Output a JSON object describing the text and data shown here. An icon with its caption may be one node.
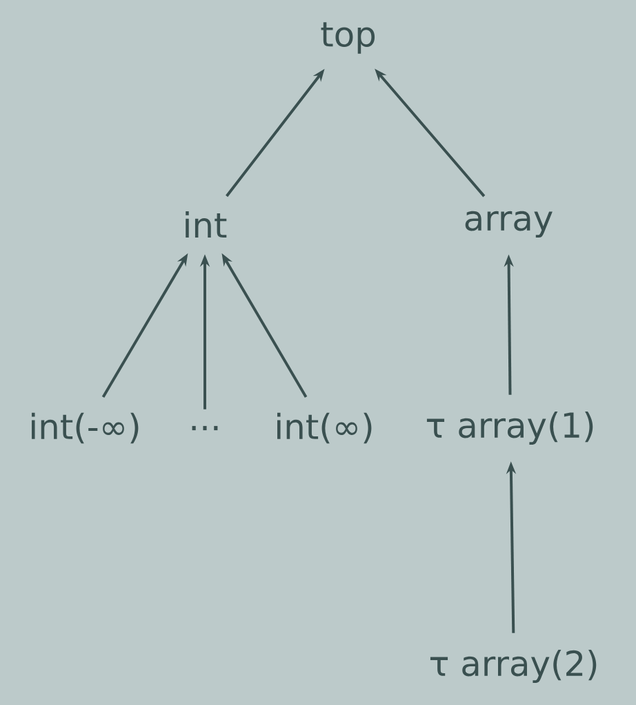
{
  "diagram": {
    "nodes": [
      {
        "text": [
          "top"
        ]
      },
      {
        "text": [
          "int"
        ]
      },
      {
        "text": [
          "array"
        ]
      },
      {
        "text": [
          "int(-∞)"
        ]
      },
      {
        "text": [
          "..."
        ]
      },
      {
        "text": [
          "int(∞)"
        ]
      },
      {
        "text": [
          "τ array(1)"
        ]
      },
      {
        "text": [
          "τ array(2)"
        ]
      }
    ],
    "edges": [
      {
        "from": 1,
        "to": 0,
        "arrow": "to"
      },
      {
        "from": 2,
        "to": 0,
        "arrow": "to"
      },
      {
        "from": 3,
        "to": 1,
        "arrow": "to"
      },
      {
        "from": 4,
        "to": 1,
        "arrow": "to"
      },
      {
        "from": 5,
        "to": 1,
        "arrow": "to"
      },
      {
        "from": 6,
        "to": 2,
        "arrow": "to"
      },
      {
        "from": 7,
        "to": 6,
        "arrow": "to"
      }
    ]
  }
}
